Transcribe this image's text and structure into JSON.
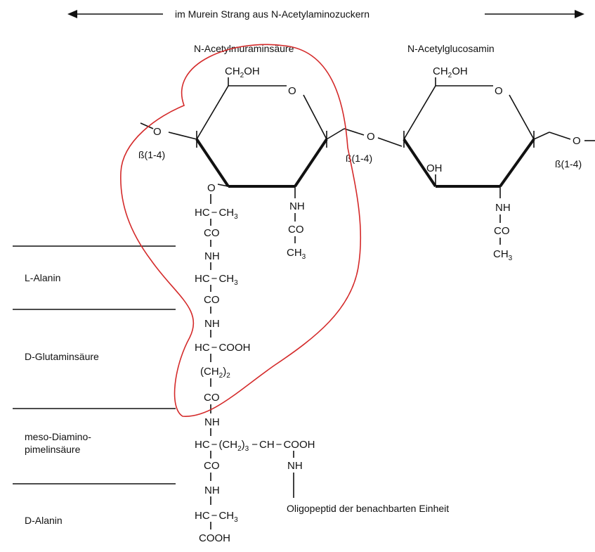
{
  "header": {
    "strand_label": "im Murein Strang aus N-Acetylaminozuckern"
  },
  "sugars": {
    "murnac_title": "N-Acetylmuraminsäure",
    "glcnac_title": "N-Acetylglucosamin",
    "ring_o": "O",
    "ch2oh_1_a": "CH",
    "ch2oh_1_sub": "2",
    "ch2oh_1_b": "OH",
    "ch2oh_2_a": "CH",
    "ch2oh_2_sub": "2",
    "ch2oh_2_b": "OH",
    "oh": "OH",
    "link_o_left": "O",
    "link_o_mid": "O",
    "link_o_right": "O",
    "beta_left": "ß(1-4)",
    "beta_mid": "ß(1-4)",
    "beta_right": "ß(1-4)"
  },
  "acetyl_1": {
    "nh": "NH",
    "co": "CO",
    "ch3_a": "CH",
    "ch3_sub": "3"
  },
  "acetyl_2": {
    "nh": "NH",
    "co": "CO",
    "ch3_a": "CH",
    "ch3_sub": "3"
  },
  "lactyl": {
    "o": "O",
    "hc": "HC",
    "dash": "−",
    "ch3_a": "CH",
    "ch3_sub": "3",
    "co": "CO"
  },
  "peptide": {
    "l_alanin": "L-Alanin",
    "d_glutaminsaeure": "D-Glutaminsäure",
    "meso_dap_line1": "meso-Diamino-",
    "meso_dap_line2": "pimelinsäure",
    "d_alanin": "D-Alanin",
    "nh": "NH",
    "hc": "HC",
    "co": "CO",
    "ch3_a": "CH",
    "ch3_sub": "3",
    "cooh": "COOH",
    "dash": "−",
    "ch2_open": "(CH",
    "ch2_sub": "2",
    "ch2_close": ")",
    "ch2_glu_mult": "2",
    "ch2_dap_mult": "3",
    "ch": "CH",
    "oligo_label": "Oligopeptid der benachbarten Einheit"
  },
  "colors": {
    "highlight": "#d42a2a",
    "ink": "#111111"
  }
}
